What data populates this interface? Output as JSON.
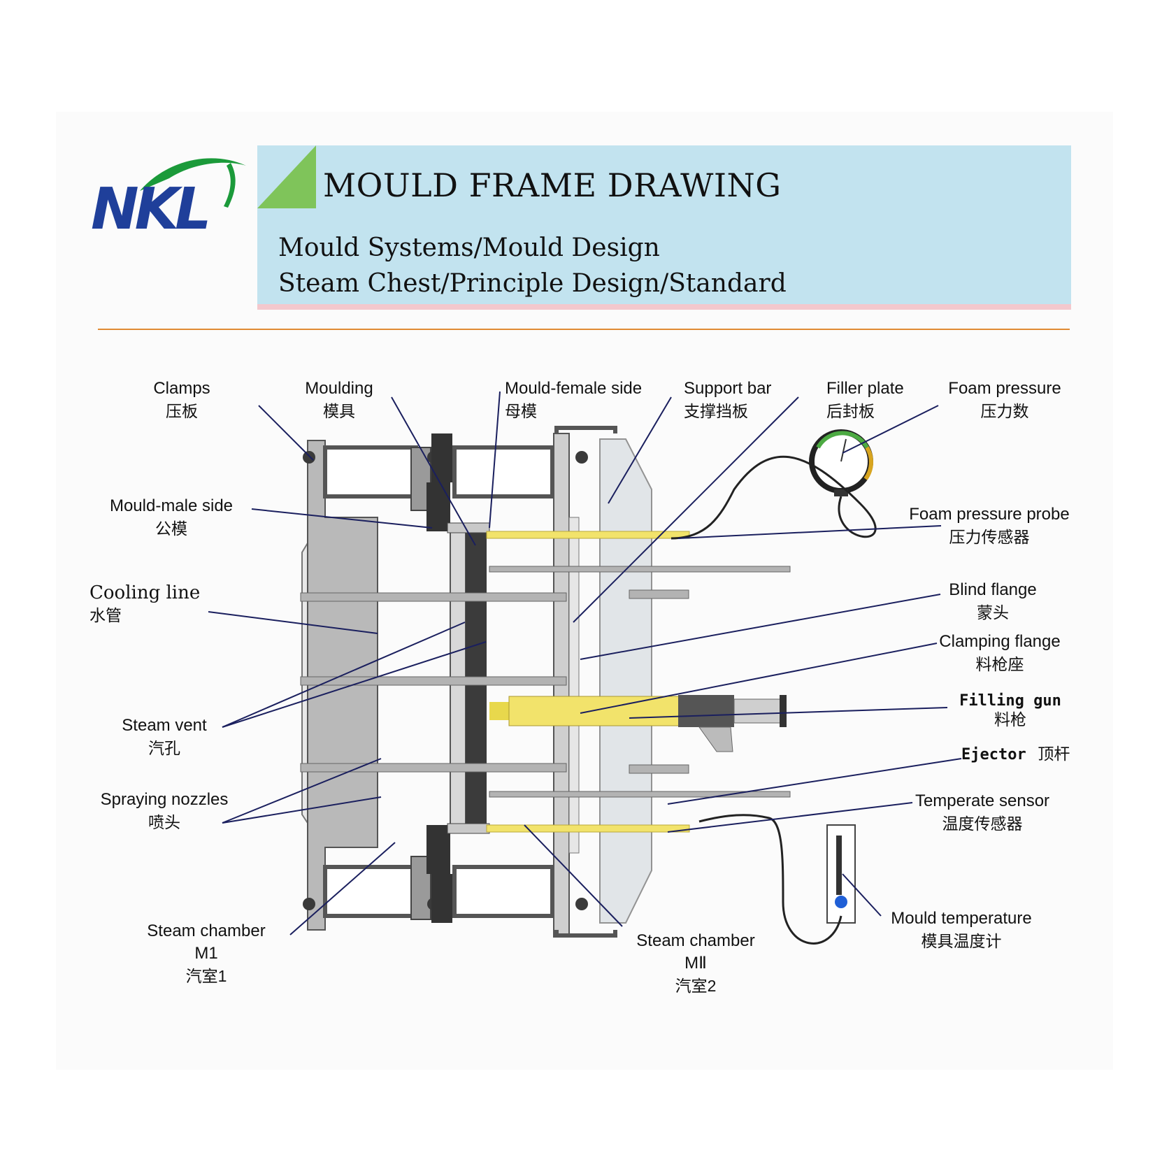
{
  "logo": {
    "text": "NKL"
  },
  "header": {
    "title": "MOULD FRAME DRAWING",
    "subtitle_line1": "Mould Systems/Mould Design",
    "subtitle_line2": "Steam Chest/Principle Design/Standard"
  },
  "colors": {
    "brand_blue": "#1f3f9a",
    "brand_green": "#1b9a3a",
    "banner_bg": "#c2e3ef",
    "banner_border": "#f3c8cd",
    "accent_triangle": "#7fc45a",
    "divider": "#e08a33",
    "leader_line": "#1a1f5e",
    "yellow_part": "#f2e36b"
  },
  "labels": {
    "clamps": {
      "en": "Clamps",
      "zh": "压板"
    },
    "moulding": {
      "en": "Moulding",
      "zh": "模具"
    },
    "mould_female_side": {
      "en": "Mould-female side",
      "zh": "母模"
    },
    "support_bar": {
      "en": "Support bar",
      "zh": "支撑挡板"
    },
    "filler_plate": {
      "en": "Filler plate",
      "zh": "后封板"
    },
    "foam_pressure": {
      "en": "Foam pressure",
      "zh": "压力数"
    },
    "mould_male_side": {
      "en": "Mould-male side",
      "zh": "公模"
    },
    "foam_pressure_probe": {
      "en": "Foam pressure probe",
      "zh": "压力传感器"
    },
    "cooling_line": {
      "en": "Cooling line",
      "zh": "水管"
    },
    "blind_flange": {
      "en": "Blind flange",
      "zh": "蒙头"
    },
    "clamping_flange": {
      "en": "Clamping flange",
      "zh": "料枪座"
    },
    "filling_gun": {
      "en": "Filling gun",
      "zh": "料枪"
    },
    "steam_vent": {
      "en": "Steam vent",
      "zh": "汽孔"
    },
    "ejector": {
      "en": "Ejector",
      "zh": "顶杆"
    },
    "spraying_nozzles": {
      "en": "Spraying nozzles",
      "zh": "喷头"
    },
    "temperate_sensor": {
      "en": "Temperate sensor",
      "zh": "温度传感器"
    },
    "mould_temperature": {
      "en": "Mould temperature",
      "zh": "模具温度计"
    },
    "steam_chamber_1": {
      "en": "Steam chamber",
      "code": "M1",
      "zh": "汽室1"
    },
    "steam_chamber_2": {
      "en": "Steam chamber",
      "code": "MⅡ",
      "zh": "汽室2"
    }
  }
}
